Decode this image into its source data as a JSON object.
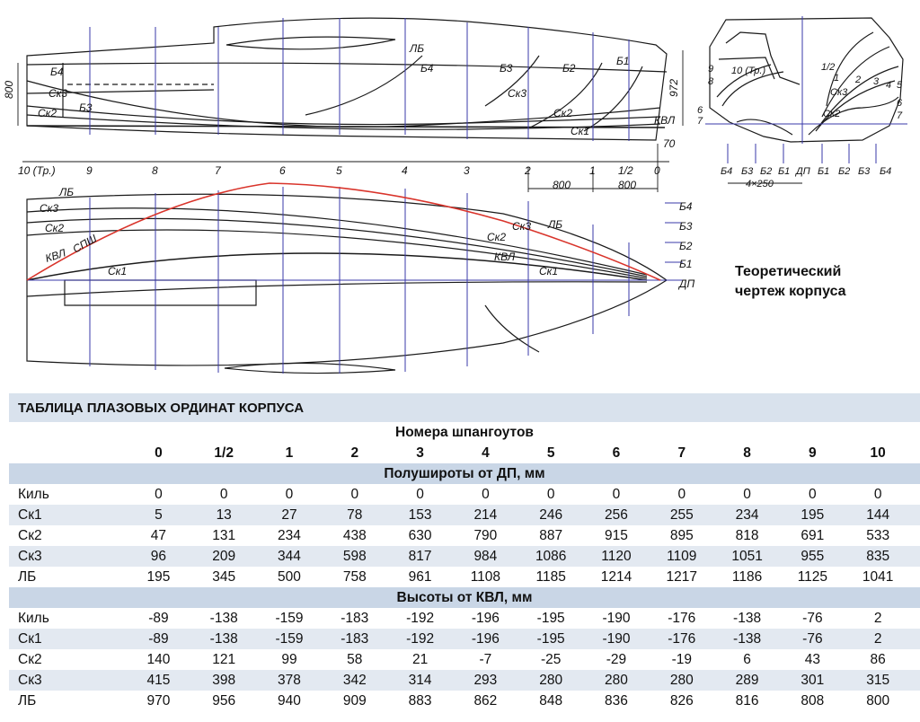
{
  "drawing": {
    "side_labels": {
      "LB": "ЛБ",
      "B4": "Б4",
      "B3": "Б3",
      "B2": "Б2",
      "B1": "Б1",
      "Sk3": "Ск3",
      "Sk2": "Ск2",
      "Sk1": "Ск1",
      "KVL": "КВЛ",
      "SPSh": "СПШ",
      "DP": "ДП"
    },
    "dims": {
      "height_left": "800",
      "height_right": "972",
      "offset": "70",
      "spacing_a": "800",
      "spacing_b": "800",
      "body_spacing": "4×250"
    },
    "stations": [
      "10 (Тр.)",
      "9",
      "8",
      "7",
      "6",
      "5",
      "4",
      "3",
      "2",
      "1",
      "1/2",
      "0"
    ],
    "body_numbers_left": [
      "9",
      "8",
      "10 (Тр.)",
      "6",
      "7"
    ],
    "body_numbers_right": [
      "1/2",
      "1",
      "2",
      "3",
      "4",
      "5",
      "6",
      "7"
    ],
    "body_baseline_labels": [
      "Б4",
      "Б3",
      "Б2",
      "Б1",
      "ДП",
      "Б1",
      "Б2",
      "Б3",
      "Б4"
    ]
  },
  "caption": {
    "line1": "Теоретический",
    "line2": "чертеж корпуса"
  },
  "table": {
    "title": "ТАБЛИЦА ПЛАЗОВЫХ ОРДИНАТ КОРПУСА",
    "frames_header": "Номера шпангоутов",
    "frames": [
      "0",
      "1/2",
      "1",
      "2",
      "3",
      "4",
      "5",
      "6",
      "7",
      "8",
      "9",
      "10"
    ],
    "half_breadths_header": "Полушироты от ДП, мм",
    "half_breadths": [
      {
        "label": "Киль",
        "values": [
          "0",
          "0",
          "0",
          "0",
          "0",
          "0",
          "0",
          "0",
          "0",
          "0",
          "0",
          "0"
        ]
      },
      {
        "label": "Ск1",
        "values": [
          "5",
          "13",
          "27",
          "78",
          "153",
          "214",
          "246",
          "256",
          "255",
          "234",
          "195",
          "144"
        ]
      },
      {
        "label": "Ск2",
        "values": [
          "47",
          "131",
          "234",
          "438",
          "630",
          "790",
          "887",
          "915",
          "895",
          "818",
          "691",
          "533"
        ]
      },
      {
        "label": "Ск3",
        "values": [
          "96",
          "209",
          "344",
          "598",
          "817",
          "984",
          "1086",
          "1120",
          "1109",
          "1051",
          "955",
          "835"
        ]
      },
      {
        "label": "ЛБ",
        "values": [
          "195",
          "345",
          "500",
          "758",
          "961",
          "1108",
          "1185",
          "1214",
          "1217",
          "1186",
          "1125",
          "1041"
        ]
      }
    ],
    "heights_header": "Высоты от КВЛ, мм",
    "heights": [
      {
        "label": "Киль",
        "values": [
          "-89",
          "-138",
          "-159",
          "-183",
          "-192",
          "-196",
          "-195",
          "-190",
          "-176",
          "-138",
          "-76",
          "2"
        ]
      },
      {
        "label": "Ск1",
        "values": [
          "-89",
          "-138",
          "-159",
          "-183",
          "-192",
          "-196",
          "-195",
          "-190",
          "-176",
          "-138",
          "-76",
          "2"
        ]
      },
      {
        "label": "Ск2",
        "values": [
          "140",
          "121",
          "99",
          "58",
          "21",
          "-7",
          "-25",
          "-29",
          "-19",
          "6",
          "43",
          "86"
        ]
      },
      {
        "label": "Ск3",
        "values": [
          "415",
          "398",
          "378",
          "342",
          "314",
          "293",
          "280",
          "280",
          "280",
          "289",
          "301",
          "315"
        ]
      },
      {
        "label": "ЛБ",
        "values": [
          "970",
          "956",
          "940",
          "909",
          "883",
          "862",
          "848",
          "836",
          "826",
          "816",
          "808",
          "800"
        ]
      }
    ]
  },
  "colors": {
    "station_line": "#3a3aa8",
    "accent_curve": "#d9342b",
    "table_header": "#c9d6e6",
    "table_stripe": "#e3e9f1"
  }
}
